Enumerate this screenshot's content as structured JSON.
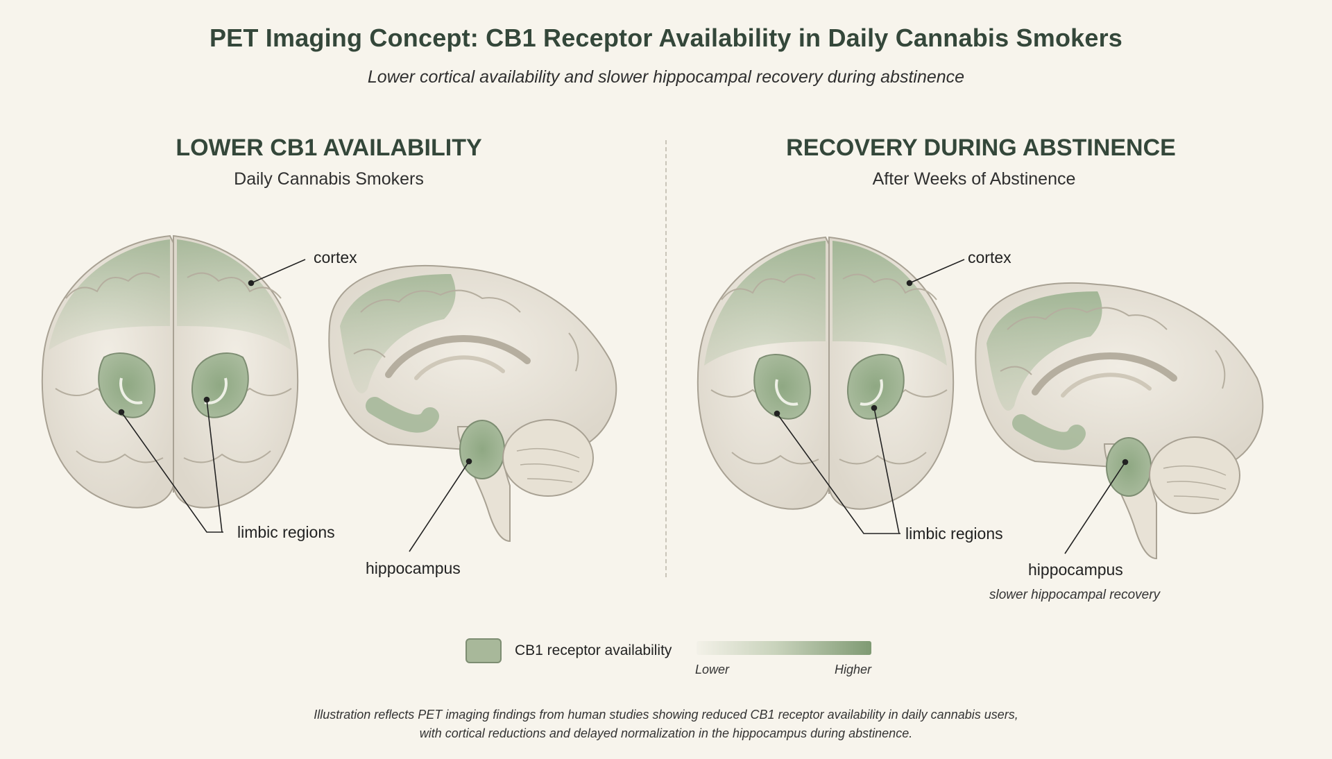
{
  "header": {
    "title": "PET Imaging Concept: CB1 Receptor Availability in Daily Cannabis Smokers",
    "subtitle": "Lower cortical availability and slower hippocampal recovery during abstinence"
  },
  "left_panel": {
    "heading": "LOWER CB1 AVAILABILITY",
    "subheading": "Daily Cannabis Smokers",
    "labels": {
      "cortex": "cortex",
      "limbic": "limbic regions",
      "hippocampus": "hippocampus"
    }
  },
  "right_panel": {
    "heading": "RECOVERY DURING ABSTINENCE",
    "subheading": "After Weeks of Abstinence",
    "labels": {
      "cortex": "cortex",
      "limbic": "limbic regions",
      "hippocampus": "hippocampus"
    },
    "hippocampus_note": "slower hippocampal recovery"
  },
  "legend": {
    "swatch_label": "CB1 receptor availability",
    "scale_low": "Lower",
    "scale_high": "Higher",
    "colors": {
      "tint": "#a8b89a",
      "high": "#7f9a73",
      "low": "#f3f1e8"
    }
  },
  "footer": {
    "line1": "Illustration reflects PET imaging findings from human studies showing reduced CB1 receptor availability in daily cannabis users,",
    "line2": "with cortical reductions and delayed normalization in the hippocampus during abstinence."
  }
}
